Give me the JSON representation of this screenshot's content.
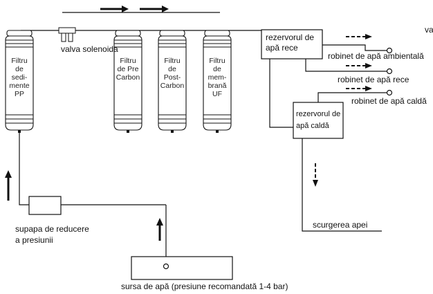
{
  "colors": {
    "line": "#111111",
    "filter_fill": "#ffffff"
  },
  "filters": [
    {
      "id": "sediment",
      "lines": [
        "Filtru",
        "de",
        "sedi-",
        "mente",
        "PP"
      ]
    },
    {
      "id": "pre-carbon",
      "lines": [
        "Filtru",
        "de Pre",
        "Carbon"
      ]
    },
    {
      "id": "post-carbon",
      "lines": [
        "Filtru",
        "de",
        "Post-",
        "Carbon"
      ]
    },
    {
      "id": "uf",
      "lines": [
        "Filtru",
        "de",
        "mem-",
        "brană",
        "UF"
      ]
    }
  ],
  "labels": {
    "solenoid_valve": "valva solenoida",
    "cold_tank": [
      "rezervorul de",
      "apă rece"
    ],
    "hot_tank": [
      "rezervorul de",
      "apă caldă"
    ],
    "ambient_tap": "robinet de apă ambientală",
    "cold_tap": "robinet de apă rece",
    "hot_tap": "robinet de apă caldă",
    "drain": "scurgerea apei",
    "pressure_valve": [
      "supapa de reducere",
      "a presiunii"
    ],
    "water_source": "sursa de apă (presiune recomandată 1-4 bar)",
    "cut_off": "va"
  }
}
